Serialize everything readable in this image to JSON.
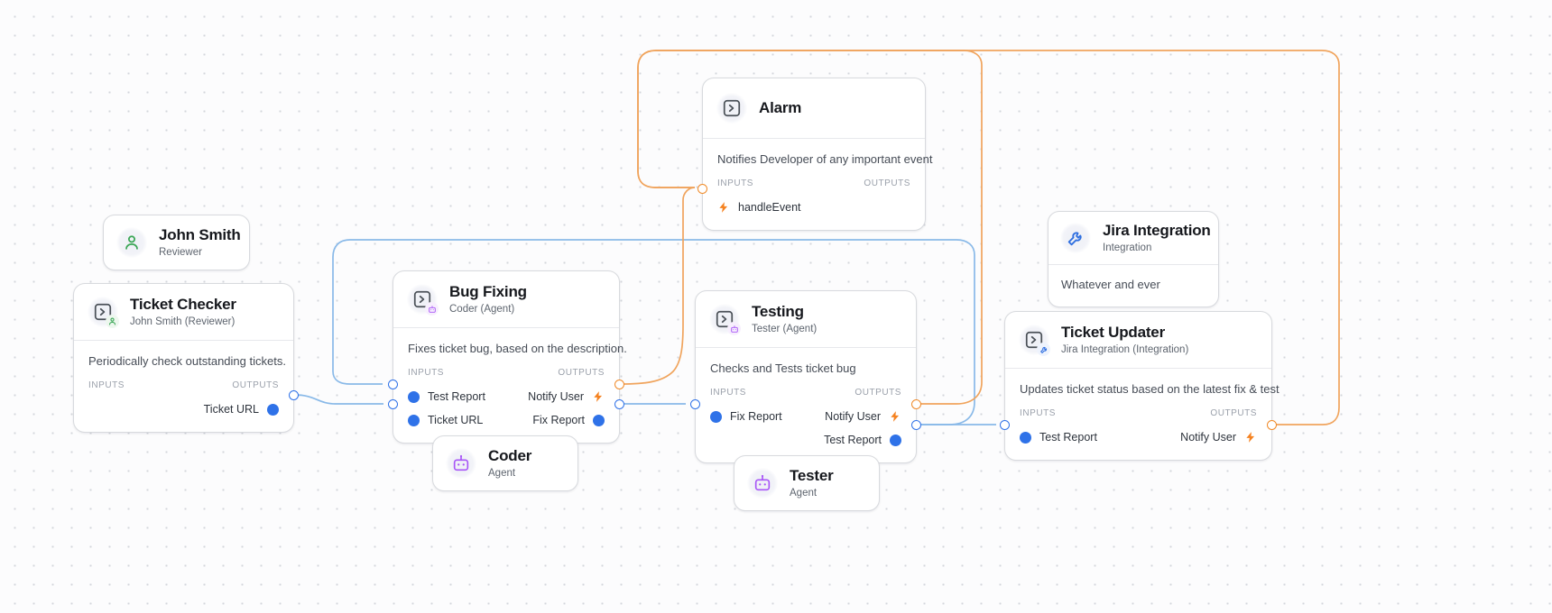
{
  "canvas": {
    "background": "#fcfcfd",
    "grid_color": "#d3d6dc"
  },
  "colors": {
    "edge_blue": "#89b9e8",
    "edge_orange": "#f0a45d",
    "port_blue": "#2f72e8",
    "port_orange": "#f08a28",
    "agent_purple": "#a855f7",
    "person_green": "#3aa655",
    "integration_blue": "#2f6fe0"
  },
  "io_headers": {
    "inputs": "INPUTS",
    "outputs": "OUTPUTS"
  },
  "nodes": {
    "john_smith": {
      "title": "John Smith",
      "subtitle": "Reviewer",
      "icon": "person-icon"
    },
    "ticket_checker": {
      "title": "Ticket Checker",
      "subtitle": "John Smith (Reviewer)",
      "icon": "terminal-icon",
      "badge": "person-badge-icon",
      "description": "Periodically check outstanding tickets.",
      "inputs": [],
      "outputs": [
        {
          "label": "Ticket URL",
          "type": "data",
          "icon": "blue-dot-icon"
        }
      ]
    },
    "bug_fixing": {
      "title": "Bug Fixing",
      "subtitle": "Coder (Agent)",
      "icon": "terminal-icon",
      "badge": "robot-badge-icon",
      "description": "Fixes ticket bug, based on the description.",
      "inputs": [
        {
          "label": "Test Report",
          "type": "data",
          "icon": "blue-dot-icon"
        },
        {
          "label": "Ticket URL",
          "type": "data",
          "icon": "blue-dot-icon"
        }
      ],
      "outputs": [
        {
          "label": "Notify User",
          "type": "event",
          "icon": "bolt-icon"
        },
        {
          "label": "Fix Report",
          "type": "data",
          "icon": "blue-dot-icon"
        }
      ]
    },
    "coder": {
      "title": "Coder",
      "subtitle": "Agent",
      "icon": "robot-icon"
    },
    "alarm": {
      "title": "Alarm",
      "subtitle": "",
      "icon": "terminal-icon",
      "description": "Notifies Developer of any important event",
      "inputs": [
        {
          "label": "handleEvent",
          "type": "event",
          "icon": "bolt-icon"
        }
      ],
      "outputs": []
    },
    "testing": {
      "title": "Testing",
      "subtitle": "Tester (Agent)",
      "icon": "terminal-icon",
      "badge": "robot-badge-icon",
      "description": "Checks and Tests ticket bug",
      "inputs": [
        {
          "label": "Fix Report",
          "type": "data",
          "icon": "blue-dot-icon"
        }
      ],
      "outputs": [
        {
          "label": "Notify User",
          "type": "event",
          "icon": "bolt-icon"
        },
        {
          "label": "Test Report",
          "type": "data",
          "icon": "blue-dot-icon"
        }
      ]
    },
    "tester": {
      "title": "Tester",
      "subtitle": "Agent",
      "icon": "robot-icon"
    },
    "jira_integration": {
      "title": "Jira Integration",
      "subtitle": "Integration",
      "icon": "wrench-icon",
      "link_icon": "link-icon",
      "description": "Whatever and ever"
    },
    "ticket_updater": {
      "title": "Ticket Updater",
      "subtitle": "Jira Integration (Integration)",
      "icon": "terminal-icon",
      "badge": "wrench-badge-icon",
      "description": "Updates ticket status based on the latest fix & test",
      "inputs": [
        {
          "label": "Test Report",
          "type": "data",
          "icon": "blue-dot-icon"
        }
      ],
      "outputs": [
        {
          "label": "Notify User",
          "type": "event",
          "icon": "bolt-icon"
        }
      ]
    }
  }
}
